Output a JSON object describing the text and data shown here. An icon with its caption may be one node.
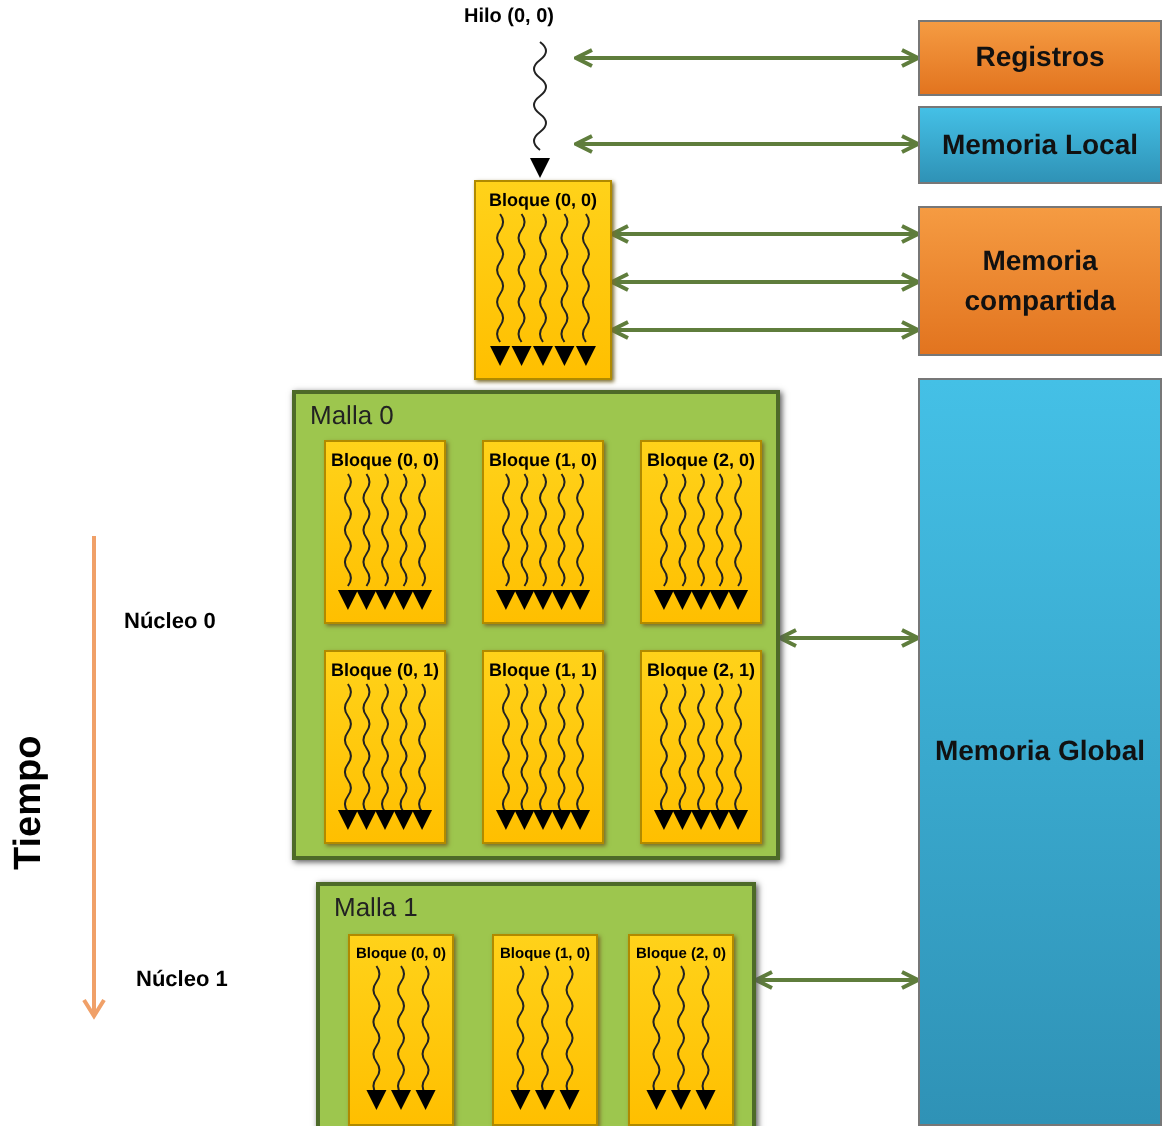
{
  "diagram": {
    "nodes": [
      {
        "text": [
          "Hilo (0, 0)"
        ]
      },
      {
        "text": [
          "Registros"
        ]
      },
      {
        "text": [
          "Memoria Local"
        ]
      },
      {
        "text": [
          "Bloque (0, 0)"
        ]
      },
      {
        "text": [
          "Memoria compartida"
        ]
      },
      {
        "text": [
          "Memoria Global"
        ]
      },
      {
        "text": [
          "Malla 0"
        ]
      },
      {
        "text": [
          "Bloque (0, 0)"
        ],
        "in": 6
      },
      {
        "text": [
          "Bloque (1, 0)"
        ],
        "in": 6
      },
      {
        "text": [
          "Bloque (2, 0)"
        ],
        "in": 6
      },
      {
        "text": [
          "Bloque (0, 1)"
        ],
        "in": 6
      },
      {
        "text": [
          "Bloque (1, 1)"
        ],
        "in": 6
      },
      {
        "text": [
          "Bloque (2, 1)"
        ],
        "in": 6
      },
      {
        "text": [
          "Malla 1"
        ]
      },
      {
        "text": [
          "Bloque (0, 0)"
        ],
        "in": 13
      },
      {
        "text": [
          "Bloque (1, 0)"
        ],
        "in": 13
      },
      {
        "text": [
          "Bloque (2, 0)"
        ],
        "in": 13
      }
    ],
    "edges": [
      {
        "from": 0,
        "to": 1,
        "arrow": "both"
      },
      {
        "from": 0,
        "to": 2,
        "arrow": "both"
      },
      {
        "from": 3,
        "to": 4,
        "arrow": "both"
      },
      {
        "from": 3,
        "to": 4,
        "arrow": "both"
      },
      {
        "from": 3,
        "to": 4,
        "arrow": "both"
      },
      {
        "from": 6,
        "to": 5,
        "arrow": "both"
      },
      {
        "from": 13,
        "to": 5,
        "arrow": "both"
      }
    ],
    "labels": [
      "Núcleo 0",
      "Tiempo",
      "Núcleo 1"
    ]
  }
}
